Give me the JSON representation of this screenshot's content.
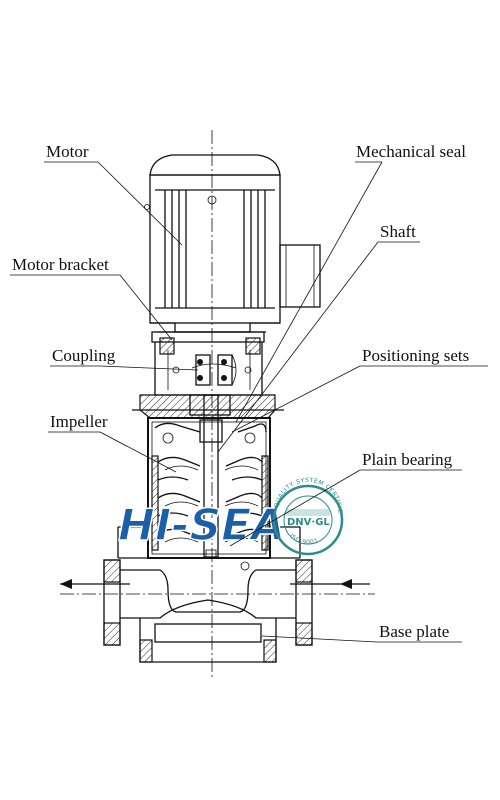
{
  "labels": {
    "motor": "Motor",
    "mechanical_seal": "Mechanical seal",
    "shaft": "Shaft",
    "motor_bracket": "Motor bracket",
    "coupling": "Coupling",
    "positioning_sets": "Positioning sets",
    "impeller": "Impeller",
    "plain_bearing": "Plain bearing",
    "base_plate": "Base plate"
  },
  "watermark": {
    "brand": "HI-SEA",
    "cert_mark": "DNV·GL",
    "cert_ring_top": "QUALITY SYSTEM CERTIFICATION",
    "cert_ring_bottom": "ISO 9001",
    "brand_color": "#1a5fa8",
    "cert_color": "#2e8b8b"
  },
  "colors": {
    "line": "#111111",
    "background": "#ffffff"
  }
}
